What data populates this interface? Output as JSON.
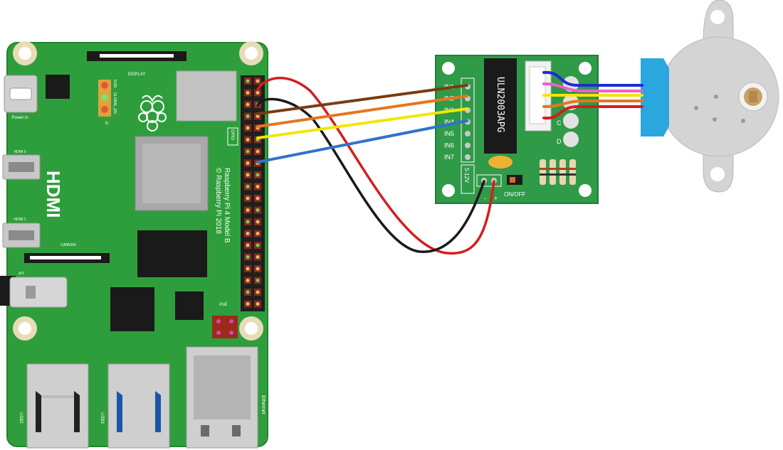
{
  "raspberry_pi": {
    "model_line_1": "Raspberry Pi 4 Model B",
    "model_line_2": "© Raspberry Pi 2018",
    "labels": {
      "display": "DISPLAY",
      "power_in": "Power in",
      "hdmi": "HDMI",
      "hdmi0": "HDMI 0",
      "hdmi1": "HDMI 1",
      "camera": "CAMERA",
      "av": "A/V",
      "gpio": "GPIO",
      "poe": "PoE",
      "run": "RUN",
      "global_en": "GLOBAL_EN",
      "j2": "J2",
      "usb2": "USB2",
      "usb3": "USB3",
      "ethernet": "Ethernet"
    },
    "board_color": "#2e9e3c"
  },
  "driver_board": {
    "chip_label": "ULN2003APG",
    "inputs": [
      "IN1",
      "IN2",
      "IN3",
      "IN4",
      "IN5",
      "IN6",
      "IN7"
    ],
    "voltage_label": "5-12V",
    "switch_label": "ON/OFF",
    "led_letters": [
      "C",
      "D"
    ],
    "minus_sign": "-",
    "plus_sign": "+",
    "board_color": "#2f9a48"
  },
  "wire_colors": {
    "red": "#d41d1d",
    "black": "#1a1a1a",
    "brown": "#7a3b10",
    "orange": "#e5761e",
    "yellow": "#f2e600",
    "blue": "#2f73c9",
    "pink": "#ee5fc9",
    "navy": "#1e2ad6"
  },
  "motor": {
    "body_color": "#d4d4d4",
    "connector_color": "#2aa7de"
  }
}
